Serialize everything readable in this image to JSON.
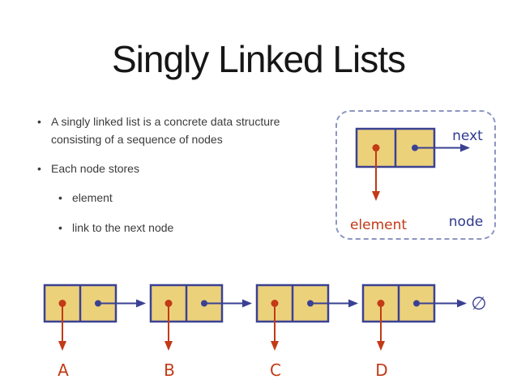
{
  "slide": {
    "title": "Singly Linked Lists",
    "bullets": [
      {
        "level": 1,
        "text": "A singly linked list is a concrete data structure consisting of a sequence of nodes"
      },
      {
        "level": 1,
        "text": "Each node stores"
      },
      {
        "level": 2,
        "text": "element"
      },
      {
        "level": 2,
        "text": "link to the next node"
      }
    ]
  },
  "node_diagram": {
    "next_label": "next",
    "element_label": "element",
    "node_label": "node"
  },
  "list_diagram": {
    "node_labels": [
      "A",
      "B",
      "C",
      "D"
    ],
    "null_symbol": "∅"
  },
  "colors": {
    "node_fill": "#ECD17B",
    "node_border": "#3A4193",
    "pointer_blue": "#3A4193",
    "pointer_red": "#C23A16",
    "label_blue": "#2E3A8E",
    "label_red": "#C23A16",
    "dashed_border": "#8E96C2",
    "title_text": "#161616",
    "body_text": "#3B3B3B",
    "background": "#FFFFFF"
  }
}
